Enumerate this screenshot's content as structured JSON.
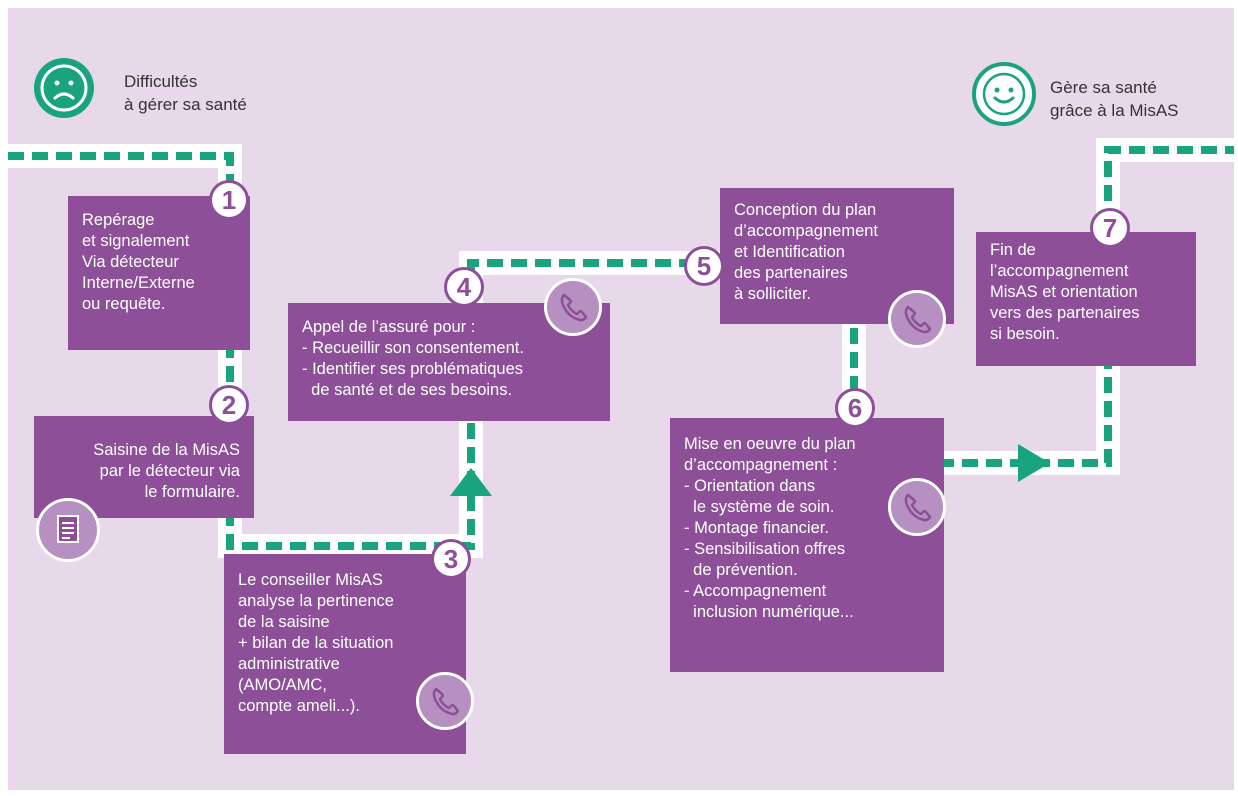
{
  "colors": {
    "background": "#e8d9ea",
    "box": "#8c4f98",
    "path_dash": "#19a37e",
    "path_band": "#ffffff",
    "icon": "#b690c0"
  },
  "start": {
    "icon": "sad-face-icon",
    "lines": [
      "Difficultés",
      "à gérer sa santé"
    ]
  },
  "end": {
    "icon": "happy-face-icon",
    "lines": [
      "Gère sa santé",
      "grâce à la MisAS"
    ]
  },
  "steps": [
    {
      "number": "1",
      "lines": [
        "Repérage",
        "et signalement",
        "Via détecteur",
        "Interne/Externe",
        "ou requête."
      ]
    },
    {
      "number": "2",
      "lines": [
        "Saisine de la MisAS",
        "par le détecteur via",
        "le formulaire."
      ],
      "icon": "document-icon"
    },
    {
      "number": "3",
      "lines": [
        "Le conseiller MisAS",
        "analyse la pertinence",
        "de la saisine",
        "+ bilan de la situation",
        "administrative",
        "(AMO/AMC,",
        "compte ameli...)."
      ],
      "icon": "phone-icon"
    },
    {
      "number": "4",
      "lines": [
        "Appel de l’assuré pour :",
        "- Recueillir son consentement.",
        "- Identifier ses problématiques",
        "  de santé et de ses besoins."
      ],
      "icon": "phone-icon"
    },
    {
      "number": "5",
      "lines": [
        "Conception du plan",
        "d’accompagnement",
        "et Identification",
        "des partenaires",
        "à solliciter."
      ],
      "icon": "phone-icon"
    },
    {
      "number": "6",
      "lines": [
        "Mise en oeuvre du plan",
        "d’accompagnement :",
        "- Orientation dans",
        "  le système de soin.",
        "- Montage financier.",
        "- Sensibilisation offres",
        "  de prévention.",
        "- Accompagnement",
        "  inclusion numérique..."
      ],
      "icon": "phone-icon"
    },
    {
      "number": "7",
      "lines": [
        "Fin de",
        "l’accompagnement",
        "MisAS et orientation",
        "vers des partenaires",
        "si besoin."
      ]
    }
  ]
}
